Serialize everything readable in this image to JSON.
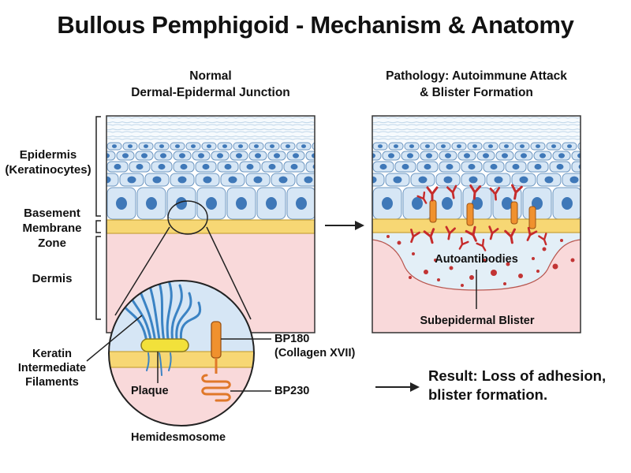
{
  "title": "Bullous Pemphigoid - Mechanism & Anatomy",
  "left_panel": {
    "heading_line1": "Normal",
    "heading_line2": "Dermal-Epidermal Junction",
    "labels": {
      "epidermis_line1": "Epidermis",
      "epidermis_line2": "(Keratinocytes)",
      "bmz_line1": "Basement",
      "bmz_line2": "Membrane",
      "bmz_line3": "Zone",
      "dermis": "Dermis"
    }
  },
  "inset": {
    "caption": "Hemidesmosome",
    "keratin_line1": "Keratin",
    "keratin_line2": "Intermediate",
    "keratin_line3": "Filaments",
    "plaque": "Plaque",
    "bp180_line1": "BP180",
    "bp180_line2": "(Collagen XVII)",
    "bp230": "BP230"
  },
  "right_panel": {
    "heading_line1": "Pathology: Autoimmune Attack",
    "heading_line2": "& Blister Formation",
    "autoantibodies": "Autoantibodies",
    "blister": "Subepidermal Blister"
  },
  "result": {
    "line1": "Result: Loss of adhesion,",
    "line2": "blister formation."
  },
  "colors": {
    "epidermis_cell": "#d6e6f5",
    "nucleus": "#3f78b8",
    "basement_membrane": "#f7d774",
    "dermis": "#f9d9da",
    "antibody": "#c62b2b",
    "collagen": "#f0912e",
    "keratin": "#3b83c4"
  }
}
